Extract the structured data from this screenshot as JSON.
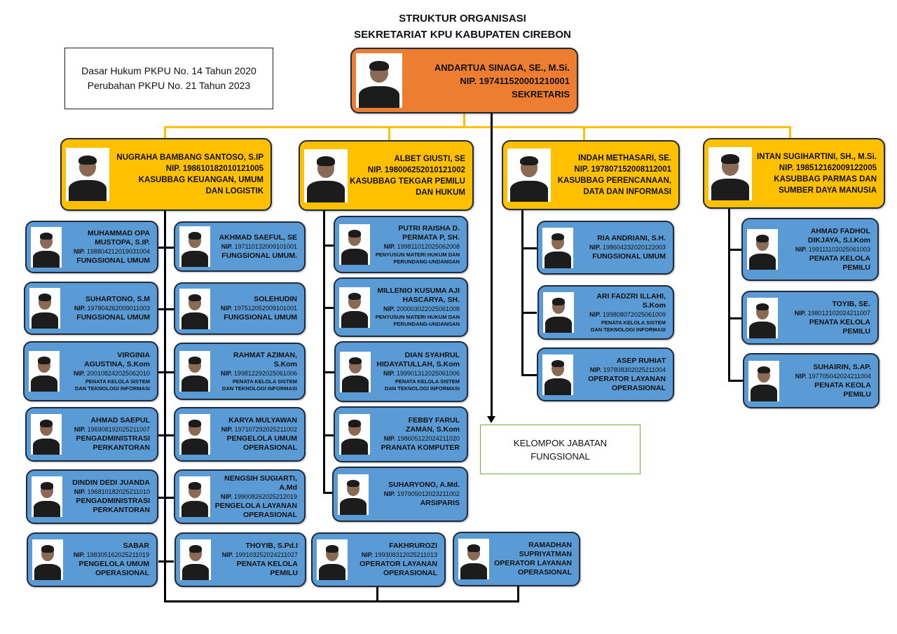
{
  "header": {
    "title_line1": "STRUKTUR ORGANISASI",
    "title_line2": "SEKRETARIAT KPU KABUPATEN CIREBON"
  },
  "legal_basis": {
    "line1": "Dasar Hukum PKPU No. 14 Tahun 2020",
    "line2": "Perubahan PKPU No. 21 Tahun 2023"
  },
  "secretary": {
    "name": "ANDARTUA SINAGA, SE., M.Si.",
    "nip": "NIP. 197411520001210001",
    "role": "SEKRETARIS"
  },
  "functional_group": {
    "line1": "KELOMPOK JABATAN",
    "line2": "FUNGSIONAL"
  },
  "heads": [
    {
      "name": [
        "NUGRAHA BAMBANG SANTOSO, S.IP"
      ],
      "nip": "NIP. 198610182010121005",
      "role": [
        "KASUBBAG KEUANGAN, UMUM",
        "DAN LOGISTIK"
      ]
    },
    {
      "name": [
        "ALBET GIUSTI, SE"
      ],
      "nip": "NIP. 198006252010121002",
      "role": [
        "KASUBBAG TEKGAR PEMILU",
        "DAN HUKUM"
      ]
    },
    {
      "name": [
        "INDAH METHASARI, SE."
      ],
      "nip": "NIP. 197807152008112001",
      "role": [
        "KASUBBAG PERENCANAAN,",
        "DATA DAN INFORMASI"
      ]
    },
    {
      "name": [
        "INTAN SUGIHARTINI, SH., M.Si."
      ],
      "nip": "NIP. 198512162009122005",
      "role": [
        "KASUBBAG PARMAS DAN",
        "SUMBER DAYA MANUSIA"
      ]
    }
  ],
  "staff": [
    {
      "name": [
        "MUHAMMAD OPA",
        "MUSTOPA, S.IP."
      ],
      "nip_label": "NIP.",
      "nip": "198804212019031004",
      "role": [
        "FUNGSIONAL UMUM"
      ]
    },
    {
      "name": [
        "AKHMAD SAEFUL, SE"
      ],
      "nip_label": "NIP.",
      "nip": "197110132009101001",
      "role": [
        "FUNGSIONAL UMUM."
      ]
    },
    {
      "name": [
        "SUHARTONO, S.M"
      ],
      "nip_label": "NIP.",
      "nip": "197804262009011003",
      "role": [
        "FUNGSIONAL UMUM"
      ]
    },
    {
      "name": [
        "SOLEHUDIN"
      ],
      "nip_label": "NIP.",
      "nip": "197512052009101001",
      "role": [
        "FUNGSIONAL UMUM"
      ]
    },
    {
      "name": [
        "VIRGINIA",
        "AGUSTINA, S.Kom"
      ],
      "nip_label": "NIP.",
      "nip": "200108242025062010",
      "role": [
        "PENATA KELOLA SISTEM",
        "DAN TEKNOLOGI INFORMASI"
      ]
    },
    {
      "name": [
        "RAHMAT AZIMAN, S.Kom"
      ],
      "nip_label": "NIP.",
      "nip": "199812292025061006",
      "role": [
        "PENATA KELOLA SISTEM",
        "DAN TEKNOLOGI INFORMASI"
      ]
    },
    {
      "name": [
        "AHMAD SAEPUL"
      ],
      "nip_label": "NIP.",
      "nip": "196908192025211007",
      "role": [
        "PENGADMINISTRASI",
        "PERKANTORAN"
      ]
    },
    {
      "name": [
        "KARYA MULYAWAN"
      ],
      "nip_label": "NIP.",
      "nip": "197107292025211002",
      "role": [
        "PENGELOLA UMUM",
        "OPERASIONAL"
      ]
    },
    {
      "name": [
        "DINDIN DEDI JUANDA"
      ],
      "nip_label": "NIP.",
      "nip": "196810182025211010",
      "role": [
        "PENGADMINISTRASI",
        "PERKANTORAN"
      ]
    },
    {
      "name": [
        "NENGSIH SUGIARTI, A.Md"
      ],
      "nip_label": "NIP.",
      "nip": "199008262025212019",
      "role": [
        "PENGELOLA LAYANAN",
        "OPERASIONAL"
      ]
    },
    {
      "name": [
        "SABAR"
      ],
      "nip_label": "NIP.",
      "nip": "198305162025211019",
      "role": [
        "PENGELOLA UMUM",
        "OPERASIONAL"
      ]
    },
    {
      "name": [
        "THOYIB, S.Pd.I"
      ],
      "nip_label": "NIP.",
      "nip": "199103252024211027",
      "role": [
        "PENATA KELOLA",
        "PEMILU"
      ]
    },
    {
      "name": [
        "PUTRI RAISHA D.",
        "PERMATA P, SH."
      ],
      "nip_label": "NIP.",
      "nip": "199811012025062008",
      "role": [
        "PENYUSUN MATERI HUKUM DAN",
        "PERUNDANG-UNDANGAN"
      ]
    },
    {
      "name": [
        "MILLENIO KUSUMA AJI",
        "HASCARYA, SH."
      ],
      "nip_label": "NIP.",
      "nip": "200003022025061008",
      "role": [
        "PENYUSUN MATERI HUKUM DAN",
        "PERUNDANG-UNDANGAN"
      ]
    },
    {
      "name": [
        "DIAN SYAHRUL",
        "HIDAYATULLAH, S.Kom"
      ],
      "nip_label": "NIP.",
      "nip": "199901312025061006",
      "role": [
        "PENATA KELOLA SISTEM",
        "DAN TEKNOLOGI INFORMASI"
      ]
    },
    {
      "name": [
        "FEBBY FARUL",
        "ZAMAN, S.Kom"
      ],
      "nip_label": "NIP.",
      "nip": "198605122024211020",
      "role": [
        "PRANATA KOMPUTER"
      ]
    },
    {
      "name": [
        "SUHARYONO, A.Md."
      ],
      "nip_label": "NIP.",
      "nip": "197905012023211002",
      "role": [
        "ARSIPARIS"
      ]
    },
    {
      "name": [
        "FAKHRUROZI"
      ],
      "nip_label": "NIP.",
      "nip": "199308312025211013",
      "role": [
        "OPERATOR LAYANAN",
        "OPERASIONAL"
      ]
    },
    {
      "name": [
        "RAMADHAN",
        "SUPRIYATMAN"
      ],
      "nip_label": "",
      "nip": "",
      "role": [
        "OPERATOR LAYANAN",
        "OPERASIONAL"
      ]
    },
    {
      "name": [
        "RIA ANDRIANI, S.H."
      ],
      "nip_label": "NIP.",
      "nip": "198604232020122003",
      "role": [
        "FUNGSIONAL UMUM"
      ]
    },
    {
      "name": [
        "ARI FADZRI ILLAHI, S.Kom"
      ],
      "nip_label": "NIP.",
      "nip": "199808072025061009",
      "role": [
        "PENATA KELOLA SISTEM",
        "DAN TEKNOLOGI INFORMASI"
      ]
    },
    {
      "name": [
        "ASEP RUHIAT"
      ],
      "nip_label": "NIP.",
      "nip": "197808302025211004",
      "role": [
        "OPERATOR LAYANAN",
        "OPERASIONAL"
      ]
    },
    {
      "name": [
        "AHMAD FADHOL",
        "DIKJAYA, S.I.Kom"
      ],
      "nip_label": "NIP.",
      "nip": "199111102025061003",
      "role": [
        "PENATA KELOLA",
        "PEMILU"
      ]
    },
    {
      "name": [
        "TOYIB, SE."
      ],
      "nip_label": "NIP.",
      "nip": "198012102024211007",
      "role": [
        "PENATA KELOLA",
        "PEMILU"
      ]
    },
    {
      "name": [
        "SUHAIRIN, S.AP."
      ],
      "nip_label": "NIP.",
      "nip": "197705042024211004",
      "role": [
        "PENATA KEOLA",
        "PEMILU"
      ]
    }
  ],
  "colors": {
    "secretary": "#ed7d31",
    "head": "#ffc000",
    "staff": "#5b9bd5",
    "functional_border": "#70ad47"
  }
}
